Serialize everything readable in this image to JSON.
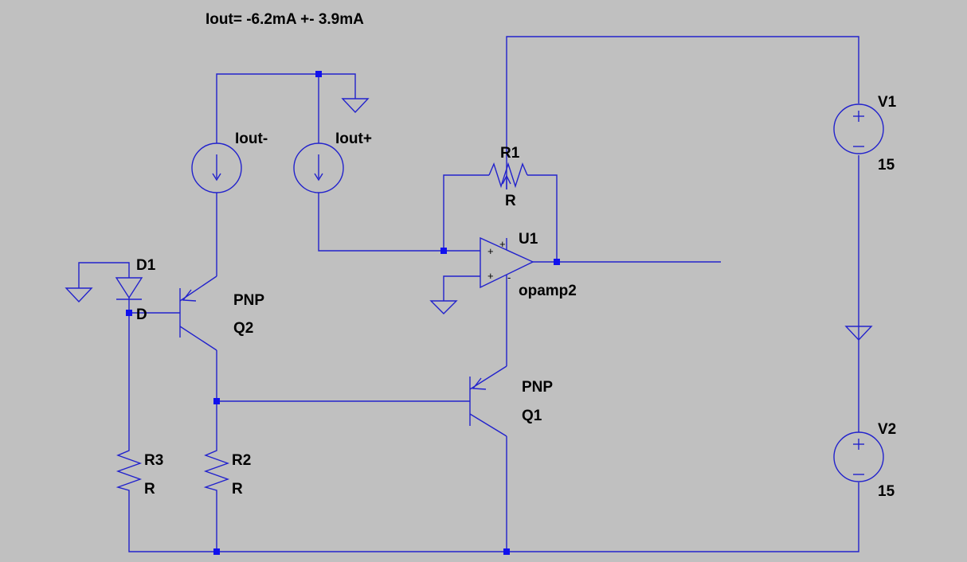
{
  "annotation": "Iout= -6.2mA +- 3.9mA",
  "components": {
    "iout_minus": {
      "name": "Iout-"
    },
    "iout_plus": {
      "name": "Iout+"
    },
    "r1": {
      "name": "R1",
      "value": "R"
    },
    "u1": {
      "name": "U1",
      "model": "opamp2"
    },
    "d1": {
      "name": "D1",
      "model": "D"
    },
    "q2": {
      "name": "Q2",
      "model": "PNP"
    },
    "q1": {
      "name": "Q1",
      "model": "PNP"
    },
    "r3": {
      "name": "R3",
      "value": "R"
    },
    "r2": {
      "name": "R2",
      "value": "R"
    },
    "v1": {
      "name": "V1",
      "value": "15"
    },
    "v2": {
      "name": "V2",
      "value": "15"
    }
  },
  "opamp_pins": {
    "plus": "+",
    "minus": "-"
  },
  "colors": {
    "background": "#c0c0c0",
    "wire": "#2222cc",
    "junction": "#1111ee",
    "text": "#000000"
  }
}
